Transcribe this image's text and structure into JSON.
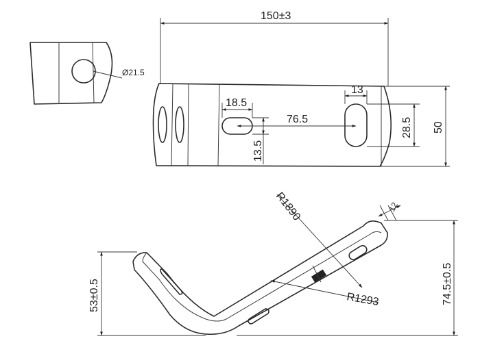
{
  "dimensions": {
    "overall_length": "150±3",
    "hole_diameter": "Ø21.5",
    "slot_width_h": "18.5",
    "hole_spacing": "76.5",
    "slot_height_h": "13.5",
    "slot_width_v": "13",
    "slot_length_v": "28.5",
    "part_height": "50",
    "thickness": "12",
    "bend_height_right": "74.5±0.5",
    "bend_height_left": "53±0.5",
    "radius_outer": "R1890",
    "radius_inner": "R1293"
  }
}
